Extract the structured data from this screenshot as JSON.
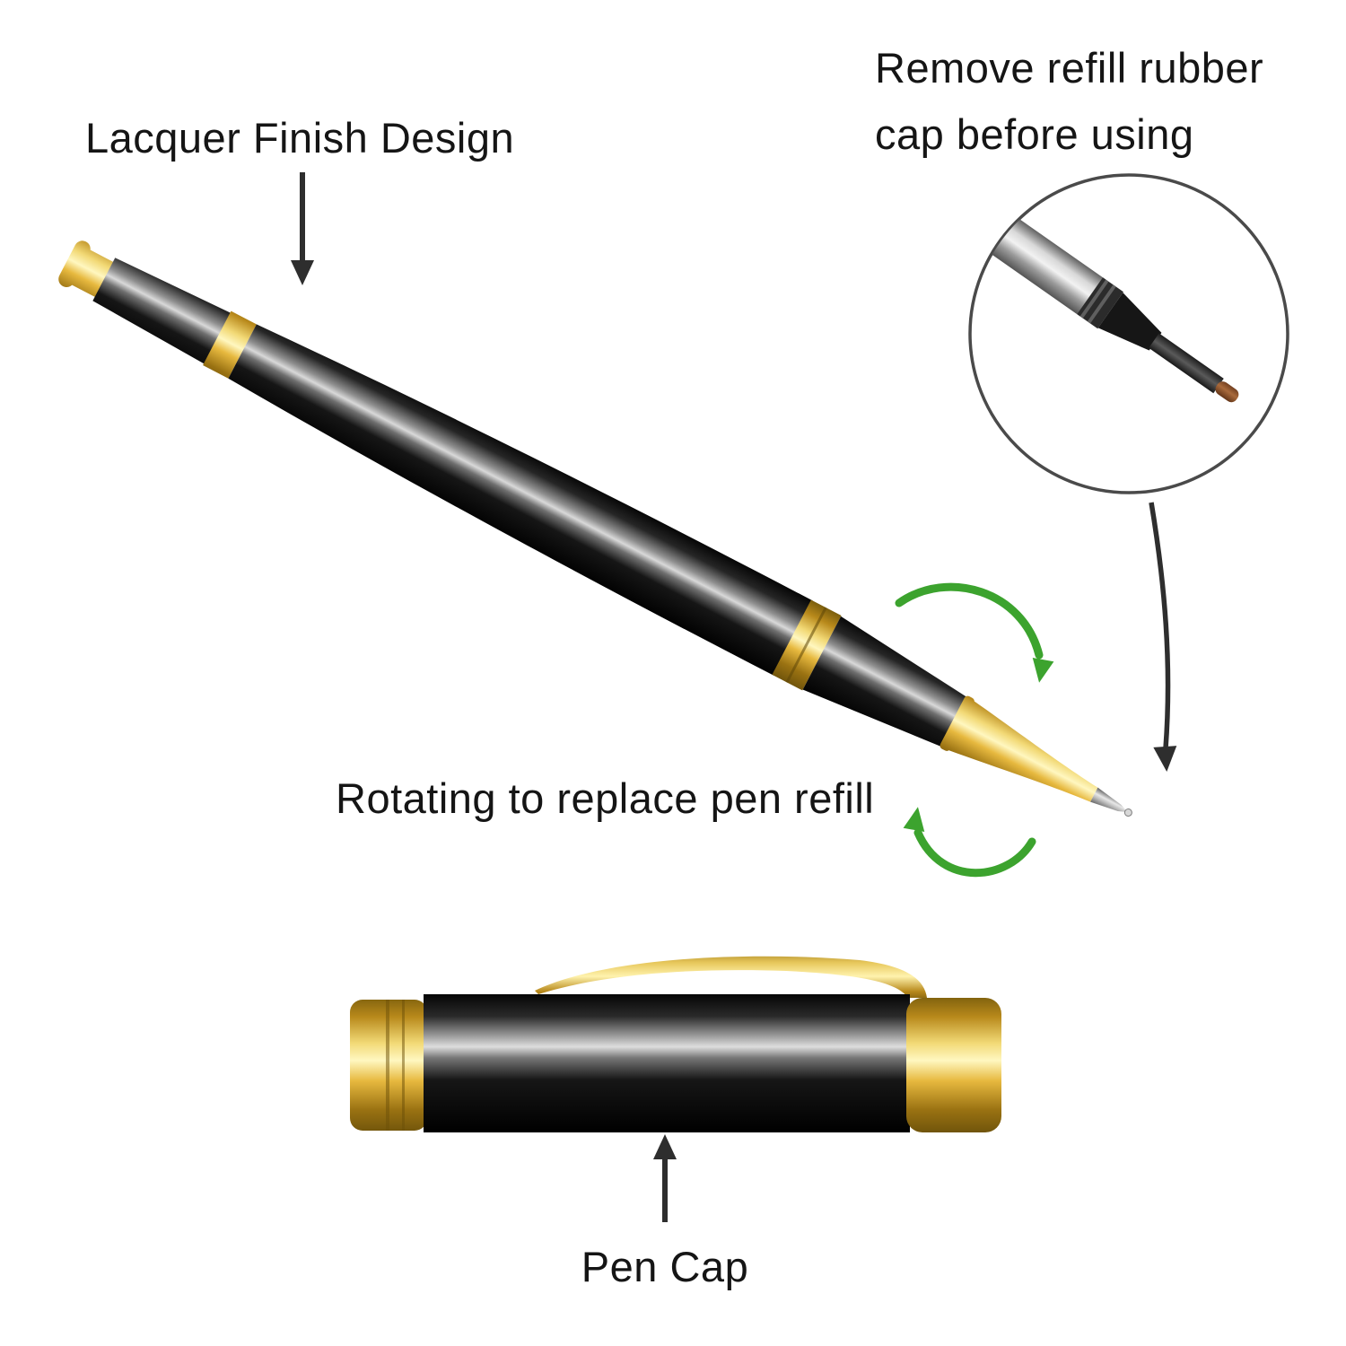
{
  "diagram": {
    "background": "#ffffff",
    "labels": {
      "lacquer_finish": "Lacquer Finish Design",
      "remove_refill_line1": "Remove refill rubber",
      "remove_refill_line2": "cap before using",
      "rotating_refill": "Rotating to replace pen refill",
      "pen_cap": "Pen Cap"
    },
    "colors": {
      "annotation_arrow": "#2e2e2e",
      "rotation_arrow_green": "#3ca32e",
      "gold_trim": "#d9a820",
      "pen_body_black": "#0a0a0a",
      "refill_tip_brown": "#8d4f2c",
      "inset_circle_border": "#4a4a4a",
      "text": "#151515"
    }
  }
}
